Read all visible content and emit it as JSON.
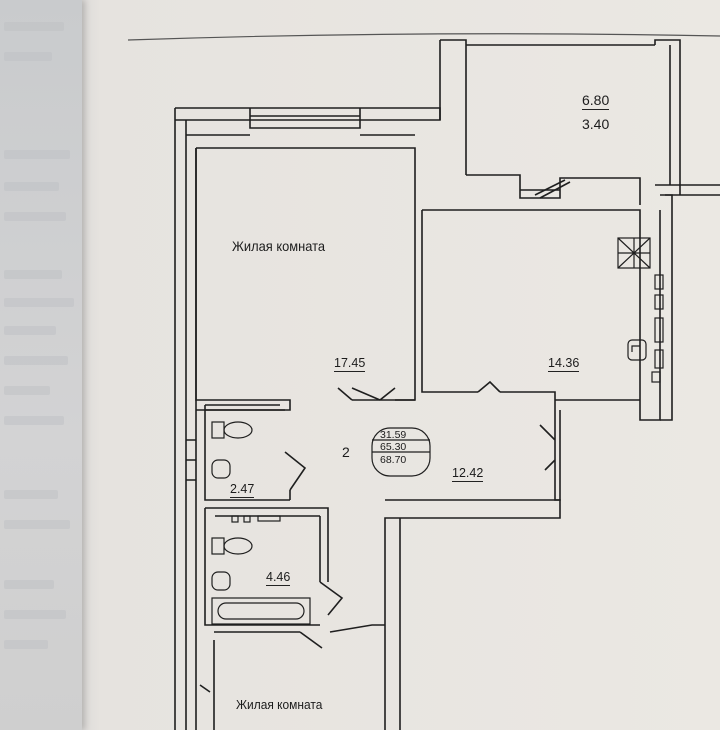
{
  "plan": {
    "rooms": [
      {
        "id": "living-1",
        "name": "Жилая комната",
        "area": "17.45"
      },
      {
        "id": "kitchen",
        "name": "",
        "area": "14.36"
      },
      {
        "id": "balcony",
        "name": "",
        "area": "6.80",
        "area_reduced": "3.40"
      },
      {
        "id": "hall",
        "name": "",
        "area": "12.42"
      },
      {
        "id": "wc",
        "name": "",
        "area": "2.47"
      },
      {
        "id": "bath",
        "name": "",
        "area": "4.46"
      },
      {
        "id": "living-2",
        "name": "Жилая комната",
        "area": ""
      }
    ],
    "apartment": {
      "rooms_count": "2",
      "living_area": "31.59",
      "total_area": "65.30",
      "total_with_balcony": "68.70"
    }
  },
  "colors": {
    "paper": "#ebe8e3",
    "wall": "#1f1f1f",
    "left_page": "#cfd0d2"
  }
}
